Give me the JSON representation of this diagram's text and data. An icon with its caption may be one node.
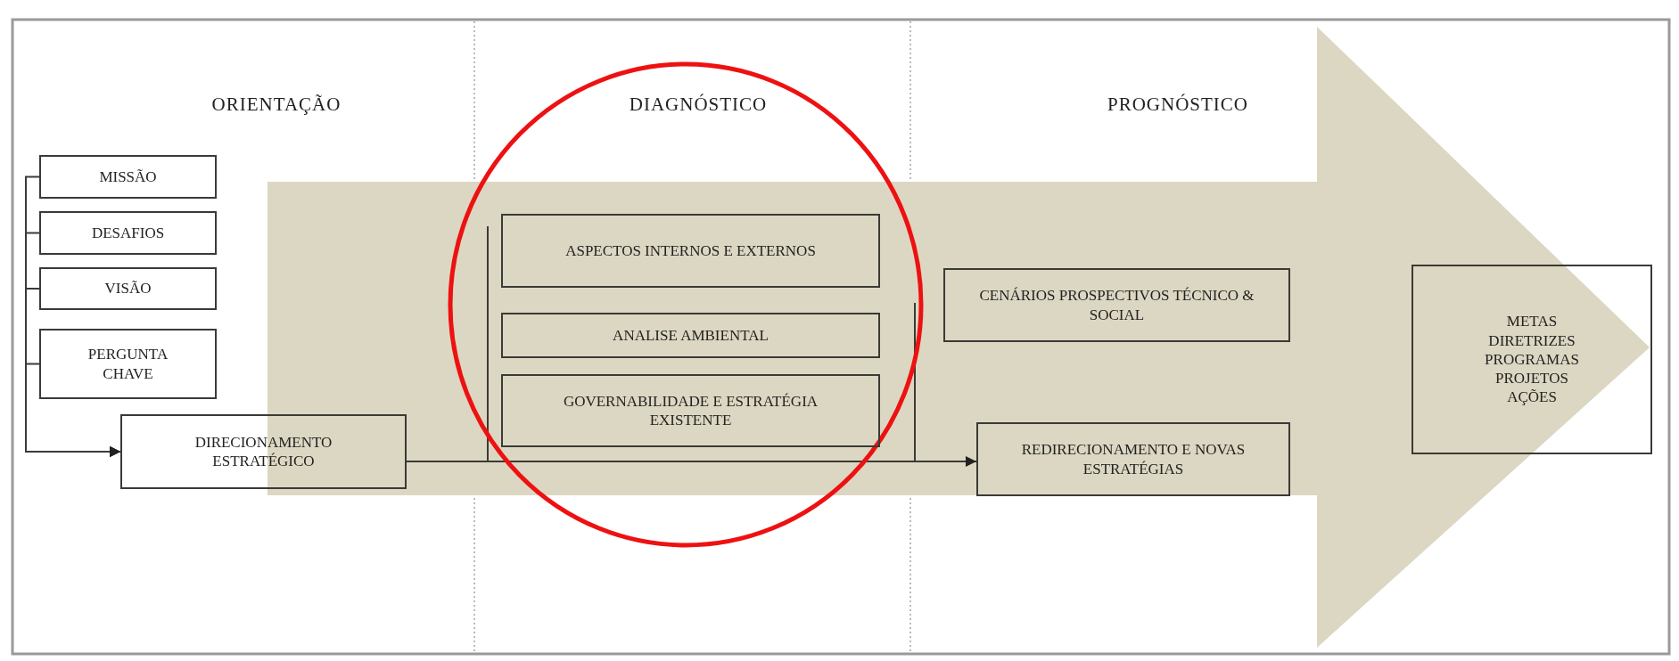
{
  "diagram": {
    "nodes": [
      {
        "text": [
          "MISSÃO"
        ]
      },
      {
        "text": [
          "DESAFIOS"
        ]
      },
      {
        "text": [
          "VISÃO"
        ]
      },
      {
        "text": [
          "PERGUNTA CHAVE"
        ]
      },
      {
        "text": [
          "DIRECIONAMENTO ESTRATÉGICO"
        ]
      },
      {
        "text": [
          "ASPECTOS INTERNOS E EXTERNOS"
        ]
      },
      {
        "text": [
          "ANALISE AMBIENTAL"
        ]
      },
      {
        "text": [
          "GOVERNABILIDADE E ESTRATÉGIA EXISTENTE"
        ]
      },
      {
        "text": [
          "CENÁRIOS PROSPECTIVOS TÉCNICO & SOCIAL"
        ]
      },
      {
        "text": [
          "REDIRECIONAMENTO E NOVAS ESTRATÉGIAS"
        ]
      },
      {
        "text": [
          "METAS",
          "DIRETRIZES",
          "PROGRAMAS",
          "PROJETOS",
          "AÇÕES"
        ]
      }
    ],
    "edges": [
      {
        "from": 0,
        "to": 4,
        "arrow": "to"
      },
      {
        "from": 1,
        "to": 4,
        "arrow": "to"
      },
      {
        "from": 2,
        "to": 4,
        "arrow": "to"
      },
      {
        "from": 3,
        "to": 4,
        "arrow": "to"
      },
      {
        "from": 4,
        "to": 9,
        "arrow": "to"
      }
    ],
    "labels": [
      "ORIENTAÇÃO",
      "DIAGNÓSTICO",
      "PROGNÓSTICO"
    ]
  }
}
